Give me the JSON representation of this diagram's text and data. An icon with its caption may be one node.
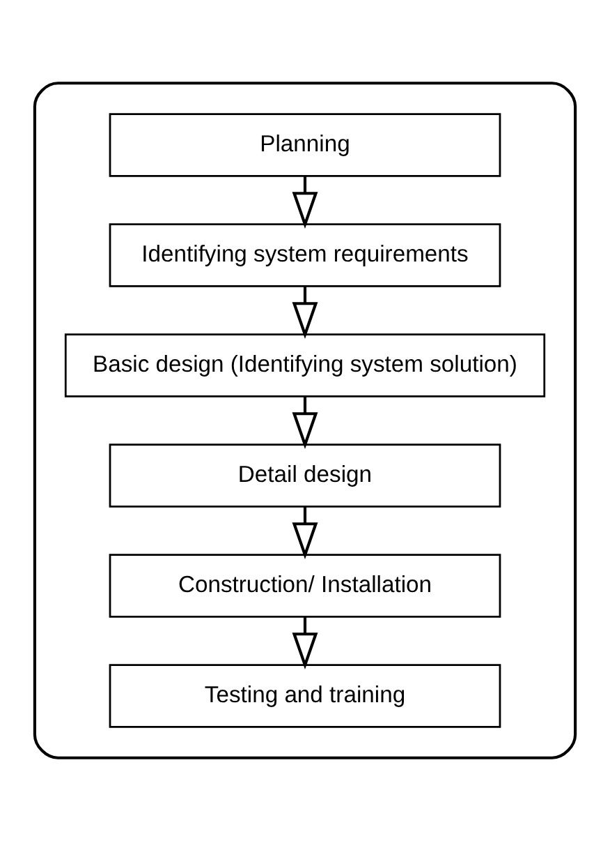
{
  "diagram": {
    "nodes": [
      {
        "text": [],
        "shape": "box"
      },
      {
        "text": [
          "Planning"
        ],
        "in": 0
      },
      {
        "text": [
          "Identifying system requirements"
        ],
        "in": 0
      },
      {
        "text": [
          "Basic design (Identifying system solution)"
        ],
        "in": 0
      },
      {
        "text": [
          "Detail design"
        ],
        "in": 0
      },
      {
        "text": [
          "Construction/ Installation"
        ],
        "in": 0
      },
      {
        "text": [
          "Testing and training"
        ],
        "in": 0
      }
    ],
    "edges": [
      {
        "from": 1,
        "to": 2,
        "arrow": "to"
      },
      {
        "from": 2,
        "to": 3,
        "arrow": "to"
      },
      {
        "from": 3,
        "to": 4,
        "arrow": "to"
      },
      {
        "from": 4,
        "to": 5,
        "arrow": "to"
      },
      {
        "from": 5,
        "to": 6,
        "arrow": "to"
      }
    ]
  }
}
